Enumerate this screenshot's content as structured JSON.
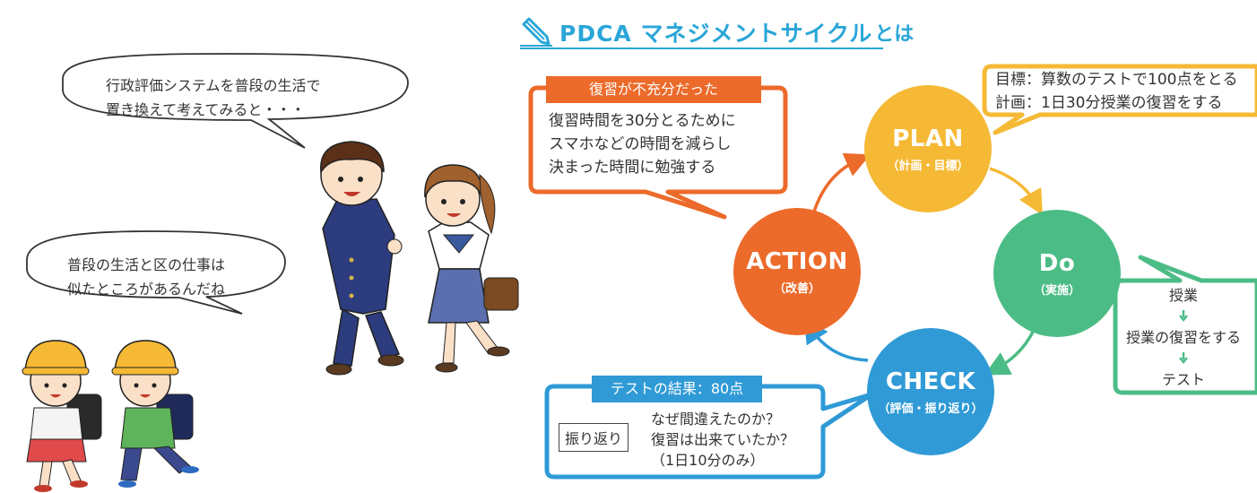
{
  "title": {
    "main": "PDCA マネジメントサイクル",
    "suffix": "とは"
  },
  "speech": {
    "top": [
      "行政評価システムを普段の生活で",
      "置き換えて考えてみると・・・"
    ],
    "bottom": [
      "普段の生活と区の仕事は",
      "似たところがあるんだね"
    ]
  },
  "cycle": {
    "plan": {
      "label": "PLAN",
      "sub": "（計画・目標）"
    },
    "do": {
      "label": "Do",
      "sub": "（実施）"
    },
    "check": {
      "label": "CHECK",
      "sub": "（評価・振り返り）"
    },
    "action": {
      "label": "ACTION",
      "sub": "（改善）"
    }
  },
  "plan_box": {
    "lines": [
      "目標：算数のテストで100点をとる",
      "計画：1日30分授業の復習をする"
    ]
  },
  "do_box": {
    "items": [
      "授業",
      "授業の復習をする",
      "テスト"
    ]
  },
  "action_box": {
    "label": "復習が不充分だった",
    "lines": [
      "復習時間を30分とるために",
      "スマホなどの時間を減らし",
      "決まった時間に勉強する"
    ]
  },
  "check_box": {
    "label": "テストの結果：80点",
    "tag": "振り返り",
    "lines": [
      "なぜ間違えたのか？",
      "復習は出来ていたか？",
      "（1日10分のみ）"
    ]
  },
  "colors": {
    "title": "#2aa6d8",
    "plan": "#f5b935",
    "do": "#4cbc86",
    "check": "#2f9ad6",
    "action": "#ec6a2a"
  }
}
